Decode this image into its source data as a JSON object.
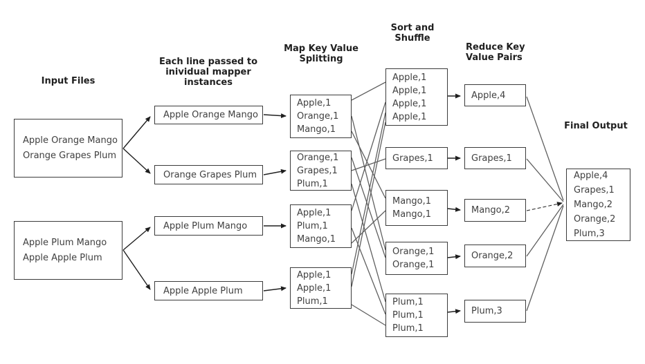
{
  "diagram": {
    "headers": {
      "input_files": "Input Files",
      "mapper": "Each line passed to\ninividual mapper\ninstances",
      "map_split": "Map Key Value\nSplitting",
      "sort_shuffle": "Sort and\nShuffle",
      "reduce": "Reduce Key\nValue Pairs",
      "final_output": "Final Output"
    },
    "input_boxes": [
      "Apple Orange Mango\nOrange Grapes Plum",
      "Apple Plum Mango\nApple Apple Plum"
    ],
    "mapper_boxes": [
      "Apple Orange Mango",
      "Orange Grapes Plum",
      "Apple Plum Mango",
      "Apple Apple Plum"
    ],
    "map_boxes": [
      "Apple,1\nOrange,1\nMango,1",
      "Orange,1\nGrapes,1\nPlum,1",
      "Apple,1\nPlum,1\nMango,1",
      "Apple,1\nApple,1\nPlum,1"
    ],
    "shuffle_boxes": [
      "Apple,1\nApple,1\nApple,1\nApple,1",
      "Grapes,1",
      "Mango,1\nMango,1",
      "Orange,1\nOrange,1",
      "Plum,1\nPlum,1\nPlum,1"
    ],
    "reduce_boxes": [
      "Apple,4",
      "Grapes,1",
      "Mango,2",
      "Orange,2",
      "Plum,3"
    ],
    "final_box": "Apple,4\nGrapes,1\nMango,2\nOrange,2\nPlum,3",
    "colors": {
      "box_border": "#3a3a3a",
      "arrow": "#1f1f1f",
      "connector_line": "#5f5f5f",
      "text": "#404040",
      "background": "#ffffff"
    }
  }
}
